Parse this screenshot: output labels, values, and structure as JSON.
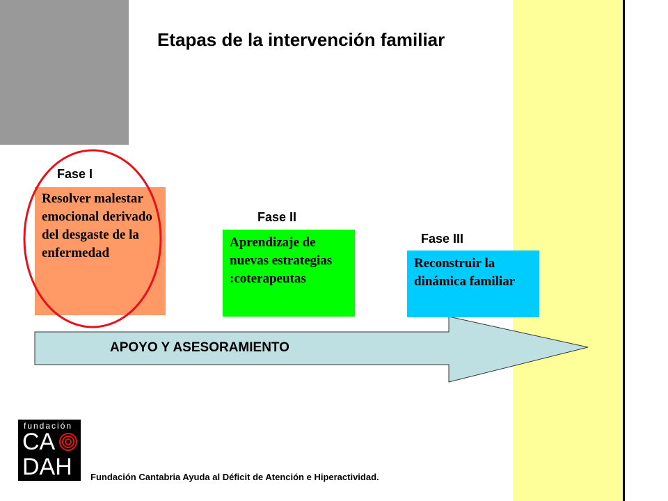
{
  "title": "Etapas de la intervención familiar",
  "phases": [
    {
      "label": "Fase I",
      "text": "Resolver malestar emocional derivado del desgaste de la enfermedad",
      "color": "#ff9966"
    },
    {
      "label": "Fase II",
      "text": "Aprendizaje de nuevas estrategias :coterapeutas",
      "color": "#00ff00"
    },
    {
      "label": "Fase III",
      "text": "Reconstruir la dinámica familiar",
      "color": "#00ccff"
    }
  ],
  "arrow": {
    "label": "APOYO Y ASESORAMIENTO",
    "color": "#bfe0e3"
  },
  "highlight_color": "#e8101a",
  "logo": {
    "small": "fundación",
    "line1": "CA",
    "line2": "DAH"
  },
  "footer": "Fundación Cantabria Ayuda al Déficit de Atención e Hiperactividad."
}
